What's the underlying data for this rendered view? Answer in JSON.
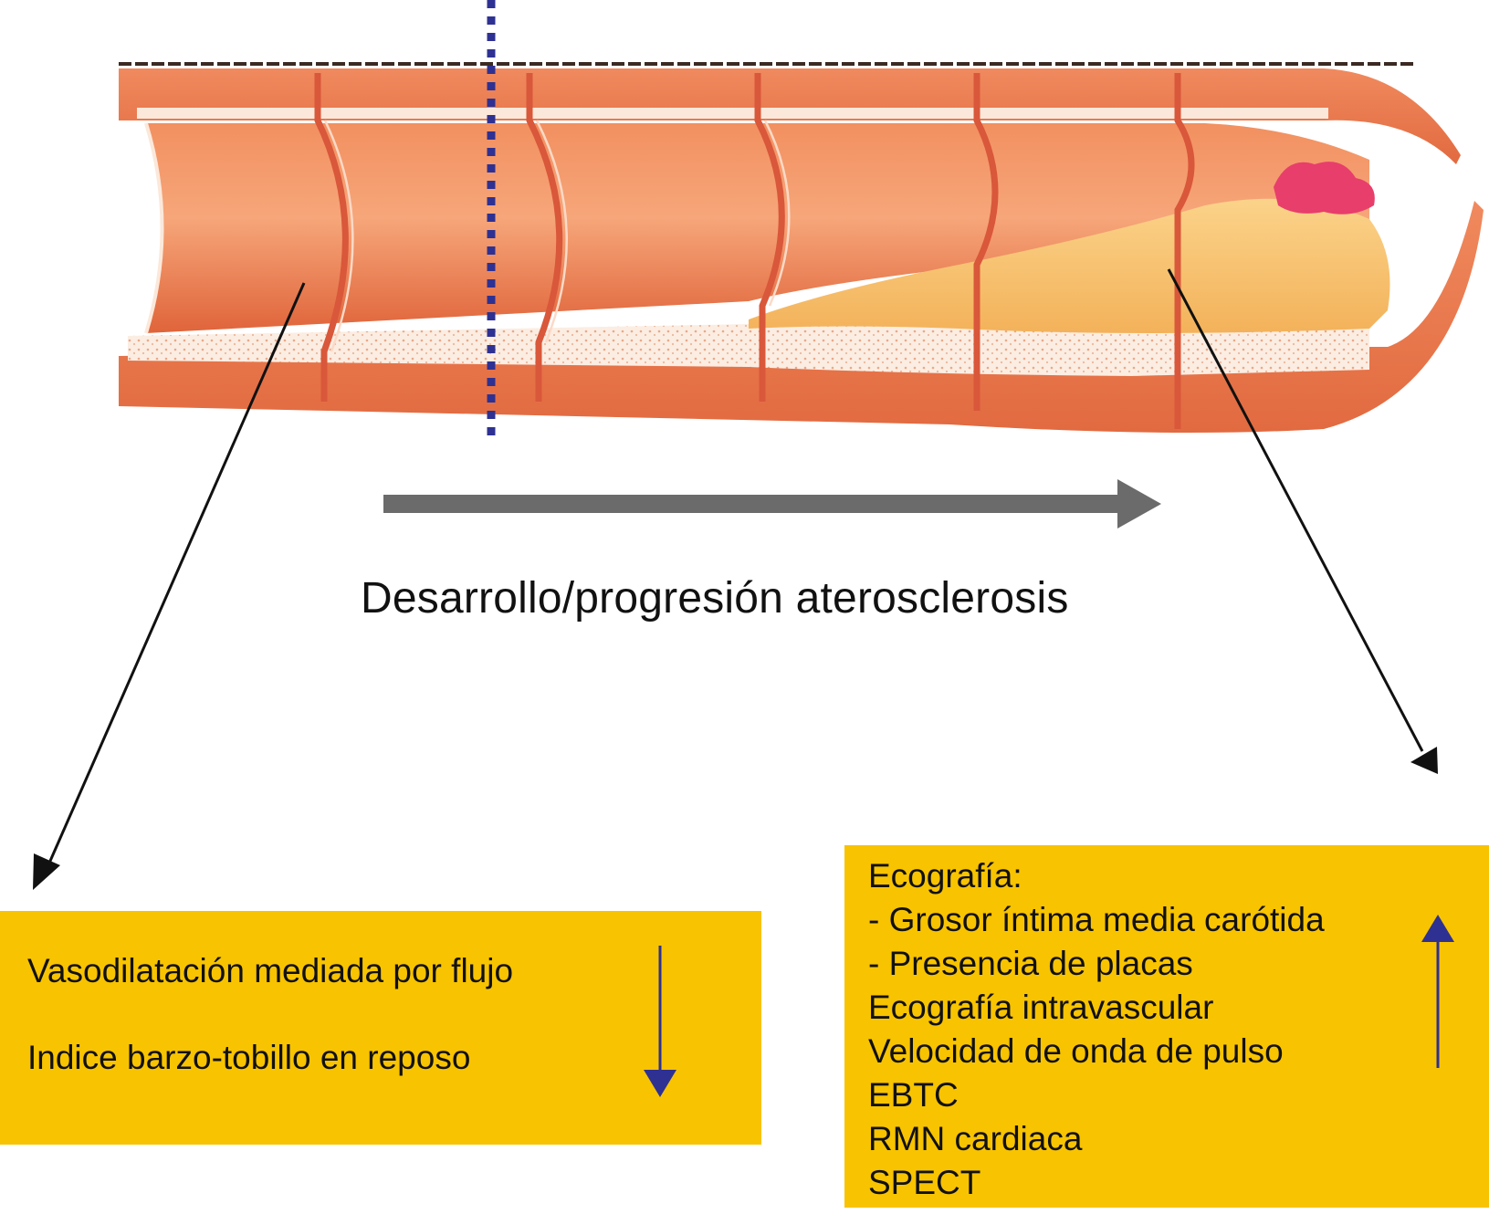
{
  "colors": {
    "box_fill": "#F8C300",
    "progress_arrow": "#6B6B6B",
    "indicator_arrow": "#2E3192",
    "dotted_line": "#2E3192",
    "pointer_line": "#111111",
    "artery_wall": "#E8734A",
    "plaque": "#F7C46B",
    "thrombus": "#E83E6C"
  },
  "caption": "Desarrollo/progresión aterosclerosis",
  "left_box": {
    "lines": [
      "Vasodilatación mediada por flujo",
      "Indice barzo-tobillo en reposo"
    ],
    "trend_icon": "arrow-down-icon"
  },
  "right_box": {
    "lines": [
      "Ecografía:",
      "- Grosor íntima media carótida",
      "- Presencia de placas",
      "Ecografía intravascular",
      "Velocidad de onda de pulso",
      "EBTC",
      "RMN cardiaca",
      "SPECT"
    ],
    "trend_icon": "arrow-up-icon"
  }
}
